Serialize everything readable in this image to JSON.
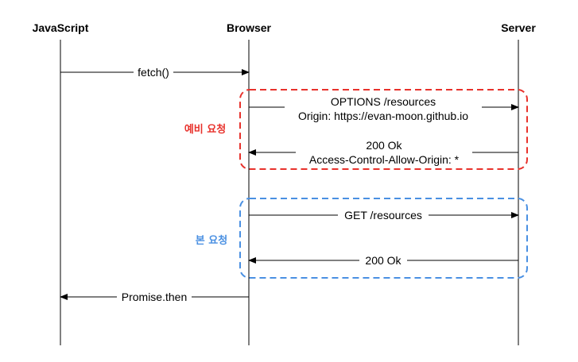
{
  "actors": {
    "javascript": "JavaScript",
    "browser": "Browser",
    "server": "Server"
  },
  "groups": {
    "preflight": {
      "label": "예비 요청",
      "color": "#e8322c"
    },
    "main": {
      "label": "본 요청",
      "color": "#4a90e2"
    }
  },
  "messages": {
    "fetch": "fetch()",
    "options_line1": "OPTIONS /resources",
    "options_line2": "Origin: https://evan-moon.github.io",
    "preflight_resp_line1": "200 Ok",
    "preflight_resp_line2": "Access-Control-Allow-Origin: *",
    "get": "GET /resources",
    "get_resp": "200 Ok",
    "promise": "Promise.then"
  }
}
